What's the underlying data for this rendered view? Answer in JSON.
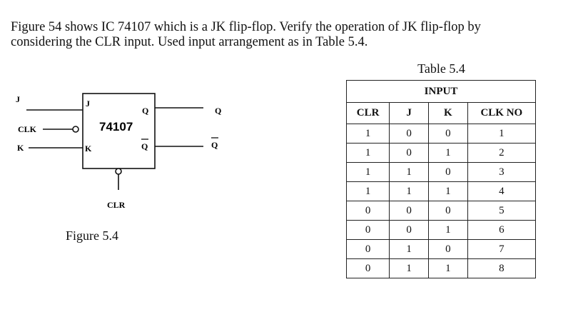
{
  "paragraph": {
    "line1": "Figure 54 shows IC 74107 which is a JK flip-flop. Verify the operation of JK flip-flop by",
    "line2": "considering the CLR input. Used input arrangement as in Table 5.4."
  },
  "figure": {
    "caption": "Figure 5.4",
    "ic_number": "74107",
    "pins": {
      "j_outer": "J",
      "j_inner": "J",
      "clk": "CLK",
      "k_outer": "K",
      "k_inner": "K",
      "q_inner": "Q",
      "q_outer": "Q",
      "qbar_inner": "Q",
      "qbar_outer": "Q",
      "clr": "CLR"
    }
  },
  "table": {
    "caption": "Table 5.4",
    "group_header": "INPUT",
    "columns": [
      "CLR",
      "J",
      "K",
      "CLK NO"
    ],
    "rows": [
      [
        "1",
        "0",
        "0",
        "1"
      ],
      [
        "1",
        "0",
        "1",
        "2"
      ],
      [
        "1",
        "1",
        "0",
        "3"
      ],
      [
        "1",
        "1",
        "1",
        "4"
      ],
      [
        "0",
        "0",
        "0",
        "5"
      ],
      [
        "0",
        "0",
        "1",
        "6"
      ],
      [
        "0",
        "1",
        "0",
        "7"
      ],
      [
        "0",
        "1",
        "1",
        "8"
      ]
    ]
  }
}
